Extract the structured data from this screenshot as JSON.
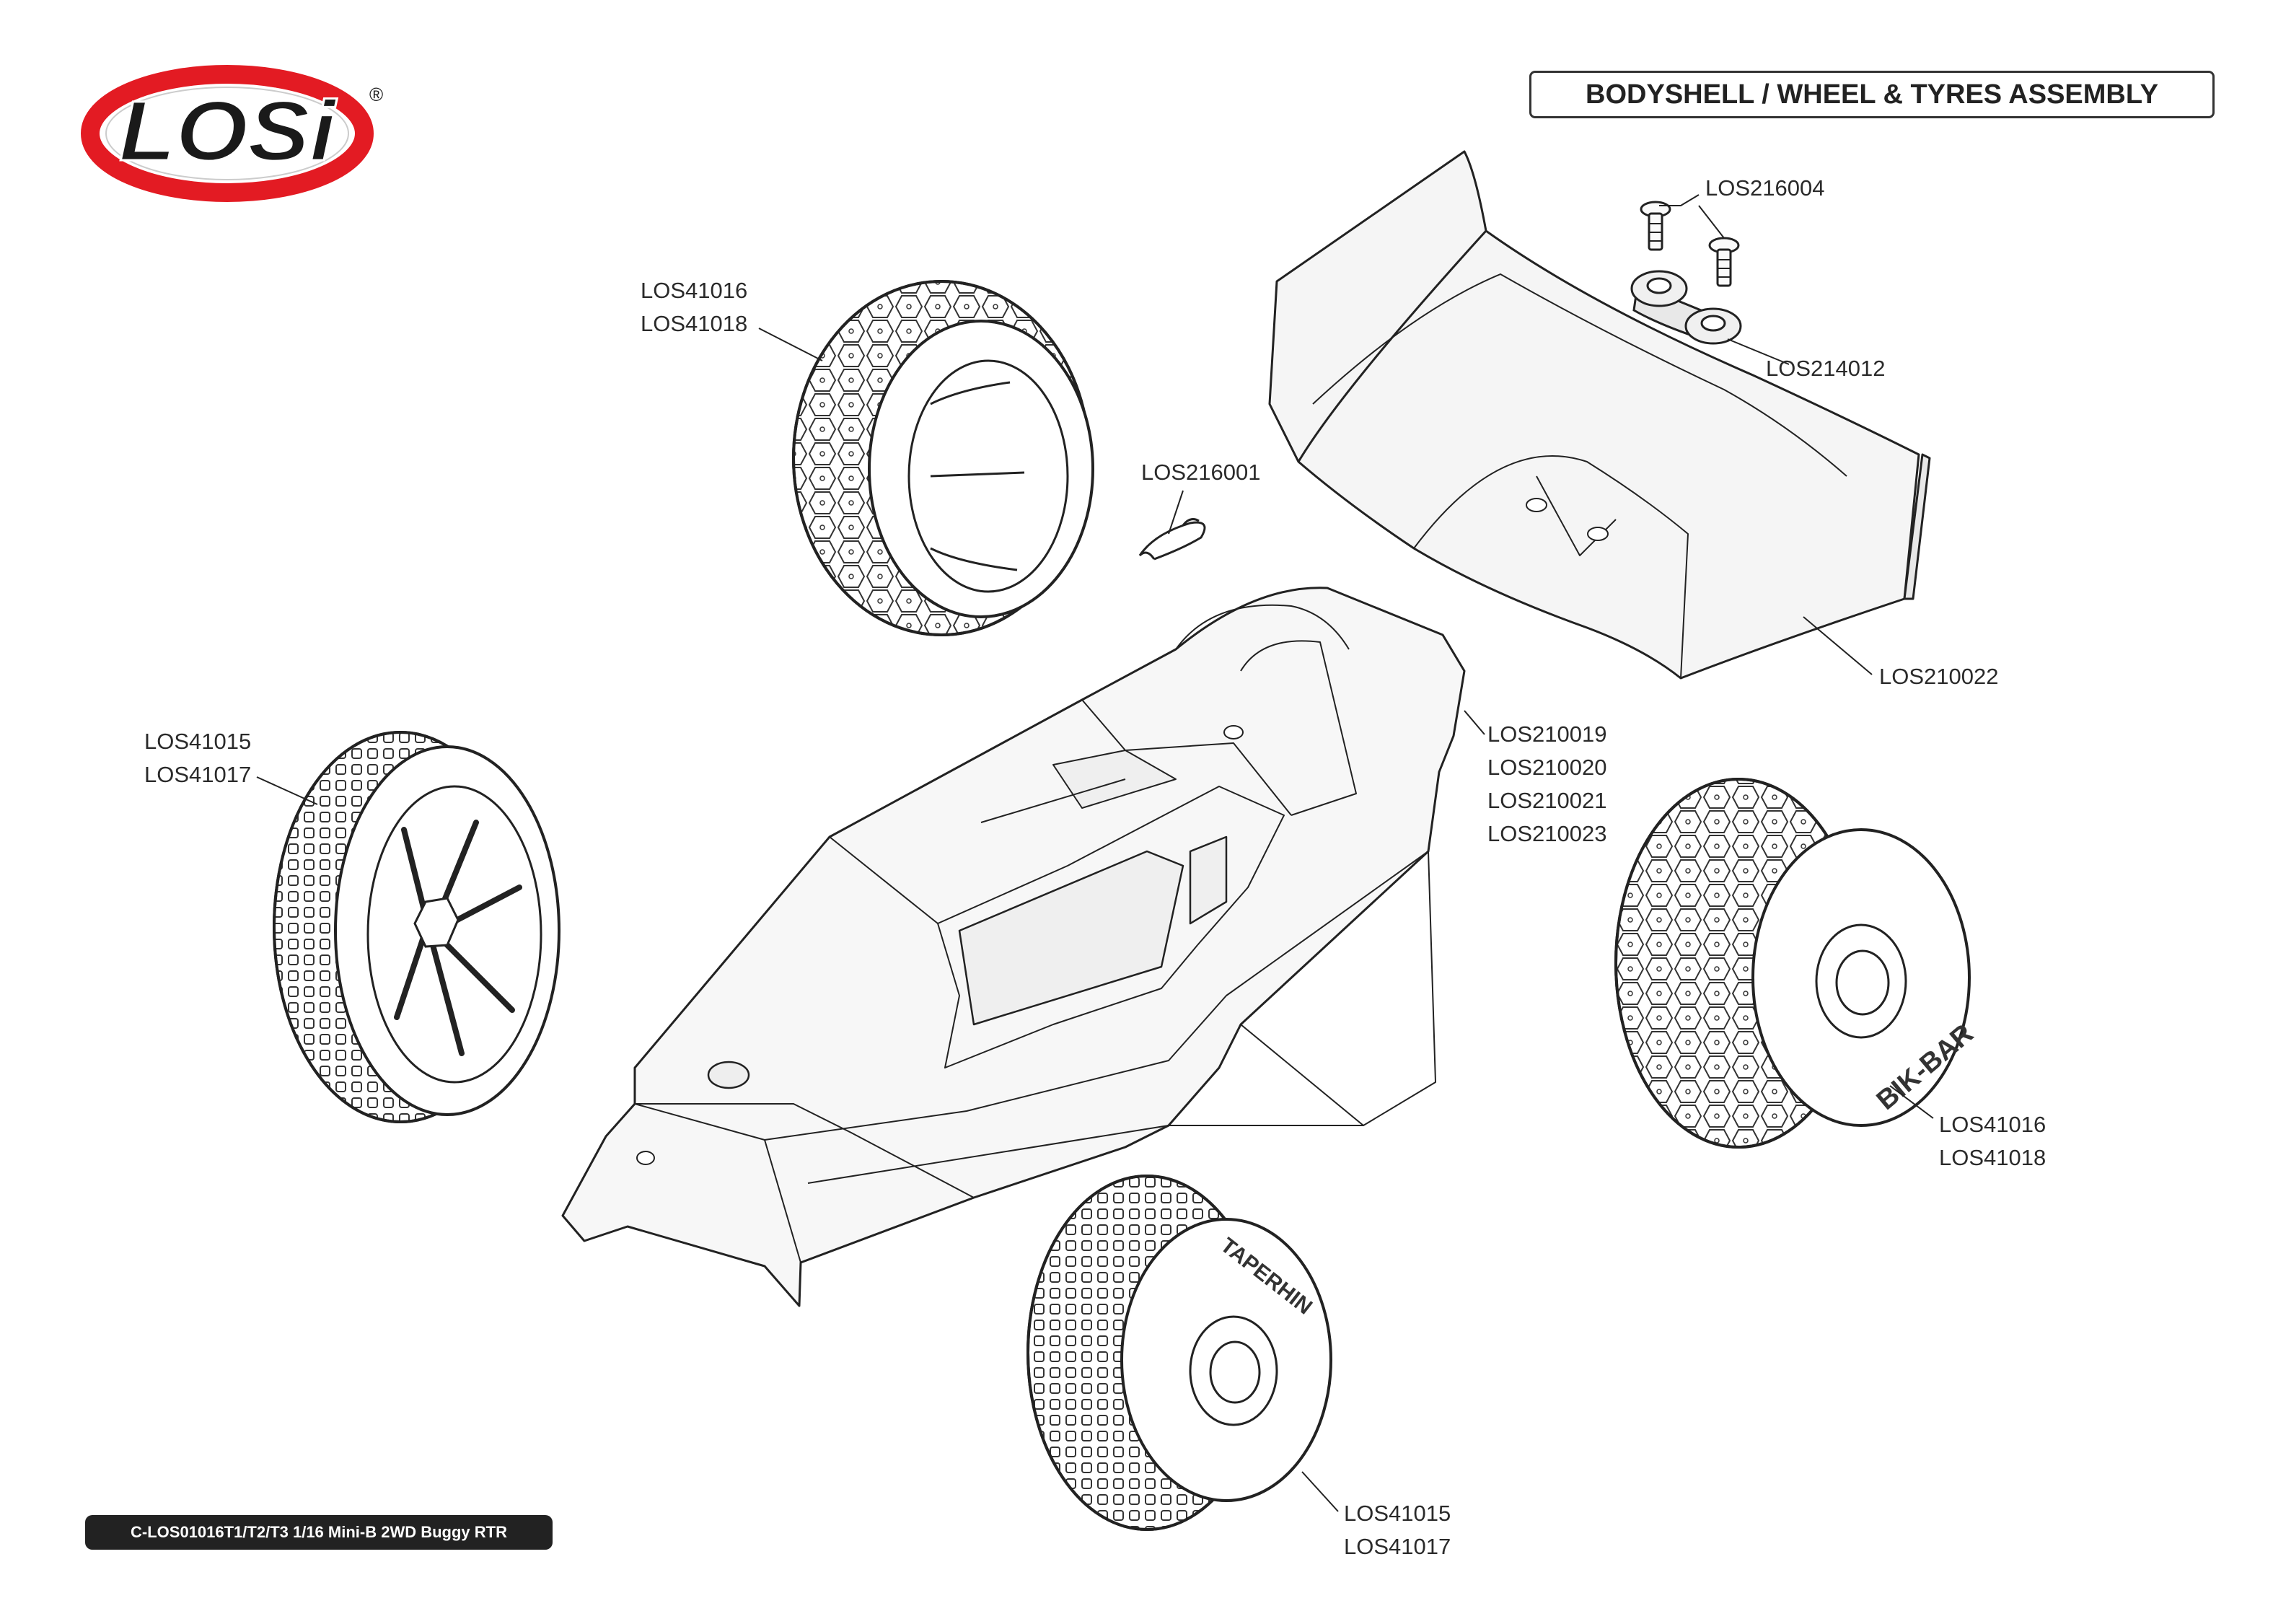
{
  "brand": {
    "logo_text": "LOSi",
    "registered": "®",
    "colors": {
      "ring": "#e31b23",
      "ink": "#1a1a1a"
    }
  },
  "title": "BODYSHELL / WHEEL & TYRES ASSEMBLY",
  "footer": "C-LOS01016T1/T2/T3 1/16 Mini-B 2WD Buggy RTR",
  "tyre_text": {
    "front_right": "BIK-BAR",
    "rear_bottom": "TAPERHIN"
  },
  "callouts": {
    "screws": [
      "LOS216004"
    ],
    "wing_mounts": [
      "LOS214012"
    ],
    "wing": [
      "LOS210022"
    ],
    "body_clip": [
      "LOS216001"
    ],
    "body": [
      "LOS210019",
      "LOS210020",
      "LOS210021",
      "LOS210023"
    ],
    "tyre_top": [
      "LOS41016",
      "LOS41018"
    ],
    "tyre_left": [
      "LOS41015",
      "LOS41017"
    ],
    "tyre_right": [
      "LOS41016",
      "LOS41018"
    ],
    "tyre_bottom": [
      "LOS41015",
      "LOS41017"
    ]
  }
}
